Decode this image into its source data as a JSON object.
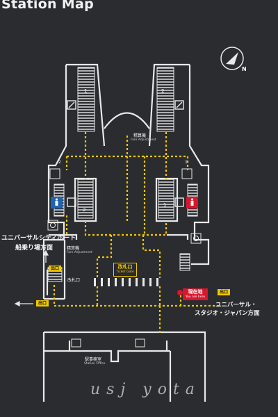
{
  "title": "Station Map",
  "compass": {
    "label": "N"
  },
  "labels": {
    "fare_adjustment_top": "精算機",
    "fare_adjustment_top_en": "Fare Adjustment",
    "fare_adjustment_left": "精算機",
    "fare_adjustment_left_en": "Fare Adjustment",
    "ticket_machine": "改札口",
    "ticket_gate": "改札口",
    "ticket_gate_en": "Ticket Gate",
    "you_are_here": "現在地",
    "you_are_here_en": "You are here",
    "exit_left": "出口",
    "exit_right": "出口",
    "exit_lower_left": "出口",
    "citywalk_line1": "ユニバーサルシティポート",
    "citywalk_line2": "船乗り場方面",
    "usj_line1": "ユニバーサル・",
    "usj_line2": "スタジオ・ジャパン方面",
    "station_office": "駅事務室",
    "station_office_en": "Station Office"
  },
  "platforms": [
    "1",
    "2",
    "1",
    "2",
    "2",
    "1"
  ],
  "watermark": "usj yota",
  "colors": {
    "route": "#f2c700",
    "line": "#e8e8e8",
    "here": "#d8162c",
    "background": "#2a2c30"
  }
}
